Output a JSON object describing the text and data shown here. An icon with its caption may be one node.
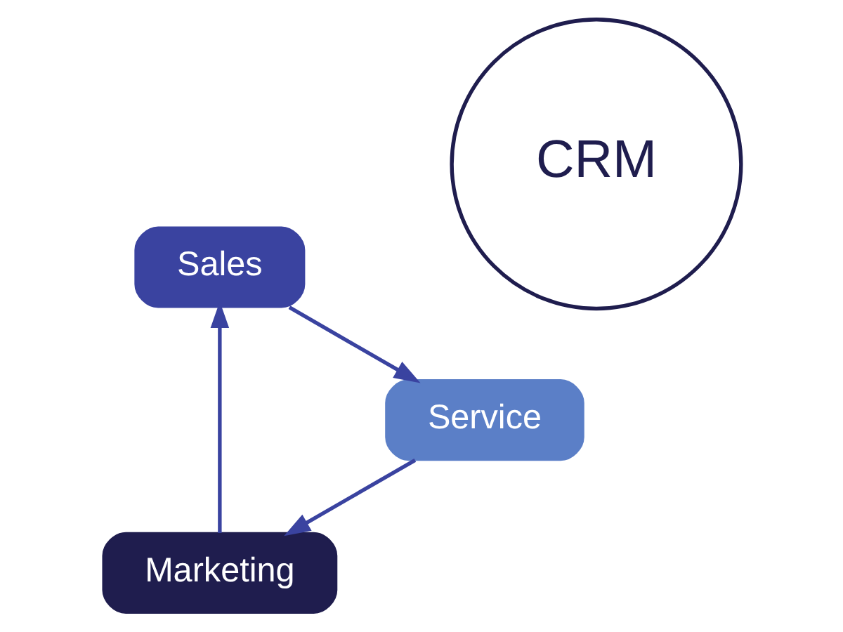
{
  "diagram": {
    "nodes": [
      {
        "text": [
          "CRM"
        ]
      },
      {
        "text": [
          "Marketing"
        ]
      },
      {
        "text": [
          "Sales"
        ]
      },
      {
        "text": [
          "Service"
        ]
      }
    ],
    "edges": [
      {
        "from": 1,
        "to": 2,
        "arrow": "to"
      },
      {
        "from": 2,
        "to": 3,
        "arrow": "to"
      },
      {
        "from": 3,
        "to": 1,
        "arrow": "to"
      }
    ]
  }
}
